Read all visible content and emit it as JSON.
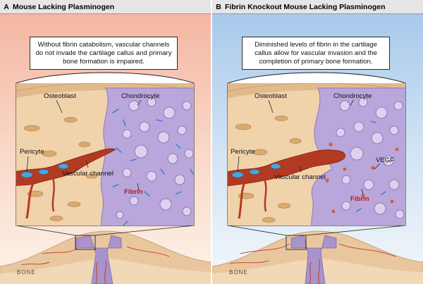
{
  "panels": [
    {
      "letter": "A",
      "title": "Mouse Lacking Plasminogen",
      "caption": "Without fibrin catabolism, vascular channels do not invade the cartilage callus and primary bone formation is impaired.",
      "labels": {
        "osteoblast": "Osteoblast",
        "chondrocyte": "Chondrocyte",
        "pericyte": "Pericyte",
        "vascular_channel": "Vascular channel",
        "fibrin": "Fibrin"
      },
      "bone_label": "BONE",
      "colors": {
        "background_top": "#f6bfae",
        "background_bottom": "#fdf1e8"
      }
    },
    {
      "letter": "B",
      "title": "Fibrin Knockout Mouse Lacking Plasminogen",
      "caption": "Diminished levels of fibrin in the cartilage callus allow for vascular invasion and the completion of primary bone formation.",
      "labels": {
        "osteoblast": "Osteoblast",
        "chondrocyte": "Chondrocyte",
        "pericyte": "Pericyte",
        "vascular_channel": "Vascular channel",
        "vegf": "VEGF",
        "fibrin": "Fibrin"
      },
      "bone_label": "BONE",
      "colors": {
        "background_top": "#a9cbea",
        "background_bottom": "#f1f6fb"
      }
    }
  ],
  "colors": {
    "bone": "#f0d4ae",
    "cartilage": "#b5a3d6",
    "vessel": "#b33a22",
    "pericyte": "#4aa6d8",
    "fibrin": "#2f7fc8",
    "vegf": "#e0662a",
    "label_red": "#c0141e"
  }
}
